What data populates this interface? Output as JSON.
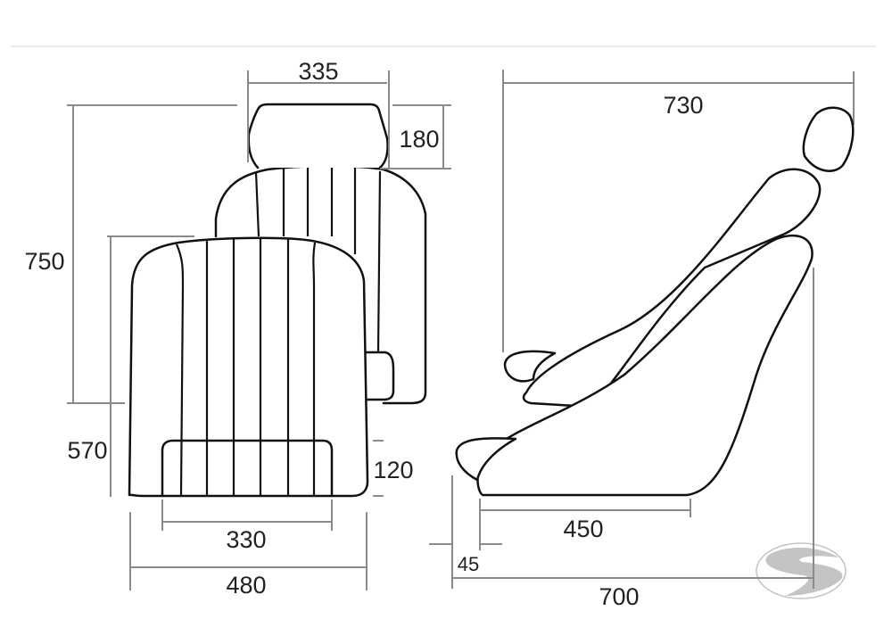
{
  "front_view": {
    "headrest_width": "335",
    "headrest_height": "180",
    "total_height": "750",
    "backrest_height": "570",
    "cushion_height": "120",
    "cushion_width": "330",
    "total_width": "480"
  },
  "side_view": {
    "total_height": "730",
    "seat_depth": "450",
    "offset": "45",
    "total_depth": "700"
  },
  "colors": {
    "outline": "#111111",
    "dimension": "#8a8a8a",
    "logo": "#c4c4c4"
  },
  "logo": {
    "letter": "S"
  }
}
